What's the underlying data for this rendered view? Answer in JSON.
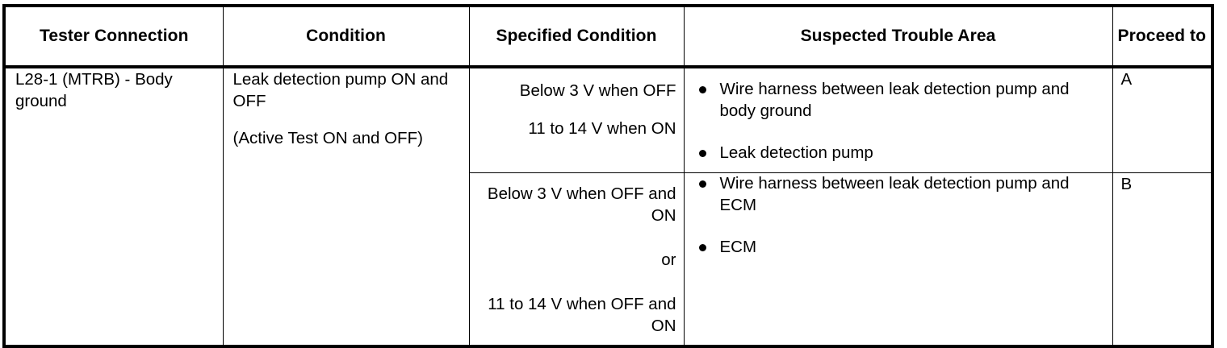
{
  "table": {
    "headers": [
      "Tester Connection",
      "Condition",
      "Specified Condition",
      "Suspected Trouble Area",
      "Proceed to"
    ],
    "tester_connection": "L28-1 (MTRB) - Body ground",
    "condition": {
      "line1": "Leak detection pump ON and OFF",
      "line2": "(Active Test ON and OFF)"
    },
    "rows": [
      {
        "specified_condition": {
          "line1": "Below 3 V when OFF",
          "line2": "11 to 14 V when ON"
        },
        "suspected_trouble_area": [
          "Wire harness between leak detection pump and body ground",
          "Leak detection pump"
        ],
        "proceed_to": "A"
      },
      {
        "specified_condition": {
          "line1": "Below 3 V when OFF and ON",
          "separator": "or",
          "line2": "11 to 14 V when OFF and ON"
        },
        "suspected_trouble_area": [
          "Wire harness between leak detection pump and ECM",
          "ECM"
        ],
        "proceed_to": "B"
      }
    ]
  },
  "colors": {
    "border": "#000000",
    "text": "#000000",
    "background": "#ffffff"
  }
}
